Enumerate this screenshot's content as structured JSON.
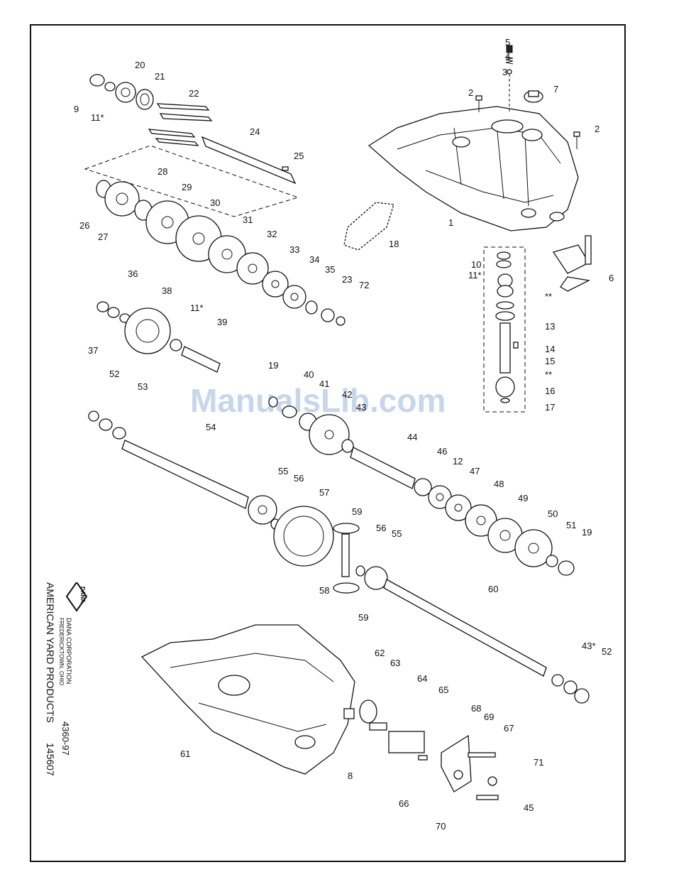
{
  "watermark": "ManualsLib.com",
  "company": {
    "logo_text": "DANA",
    "line1": "DANA CORPORATION",
    "line2": "FREDERICKTOWN, OHIO",
    "line3": "AMERICAN YARD PRODUCTS",
    "model": "4360-97",
    "part_no": "145607"
  },
  "callouts": [
    {
      "text": "5"
    },
    {
      "text": "4"
    },
    {
      "text": "3"
    },
    {
      "text": "7"
    },
    {
      "text": "2"
    },
    {
      "text": "2"
    },
    {
      "text": "1"
    },
    {
      "text": "20"
    },
    {
      "text": "21"
    },
    {
      "text": "9"
    },
    {
      "text": "11*"
    },
    {
      "text": "22"
    },
    {
      "text": "24"
    },
    {
      "text": "25"
    },
    {
      "text": "28"
    },
    {
      "text": "29"
    },
    {
      "text": "26"
    },
    {
      "text": "27"
    },
    {
      "text": "30"
    },
    {
      "text": "31"
    },
    {
      "text": "32"
    },
    {
      "text": "33"
    },
    {
      "text": "34"
    },
    {
      "text": "35"
    },
    {
      "text": "23"
    },
    {
      "text": "72"
    },
    {
      "text": "18"
    },
    {
      "text": "10"
    },
    {
      "text": "11*"
    },
    {
      "text": "**"
    },
    {
      "text": "6"
    },
    {
      "text": "13"
    },
    {
      "text": "14"
    },
    {
      "text": "15"
    },
    {
      "text": "**"
    },
    {
      "text": "16"
    },
    {
      "text": "17"
    },
    {
      "text": "36"
    },
    {
      "text": "38"
    },
    {
      "text": "37"
    },
    {
      "text": "11*"
    },
    {
      "text": "39"
    },
    {
      "text": "19"
    },
    {
      "text": "40"
    },
    {
      "text": "41"
    },
    {
      "text": "42"
    },
    {
      "text": "43"
    },
    {
      "text": "52"
    },
    {
      "text": "53"
    },
    {
      "text": "54"
    },
    {
      "text": "44"
    },
    {
      "text": "46"
    },
    {
      "text": "12"
    },
    {
      "text": "47"
    },
    {
      "text": "48"
    },
    {
      "text": "49"
    },
    {
      "text": "50"
    },
    {
      "text": "51"
    },
    {
      "text": "19"
    },
    {
      "text": "55"
    },
    {
      "text": "56"
    },
    {
      "text": "57"
    },
    {
      "text": "59"
    },
    {
      "text": "56"
    },
    {
      "text": "55"
    },
    {
      "text": "58"
    },
    {
      "text": "59"
    },
    {
      "text": "60"
    },
    {
      "text": "43*"
    },
    {
      "text": "52"
    },
    {
      "text": "62"
    },
    {
      "text": "63"
    },
    {
      "text": "64"
    },
    {
      "text": "65"
    },
    {
      "text": "68"
    },
    {
      "text": "69"
    },
    {
      "text": "67"
    },
    {
      "text": "61"
    },
    {
      "text": "8"
    },
    {
      "text": "66"
    },
    {
      "text": "71"
    },
    {
      "text": "45"
    },
    {
      "text": "70"
    }
  ]
}
